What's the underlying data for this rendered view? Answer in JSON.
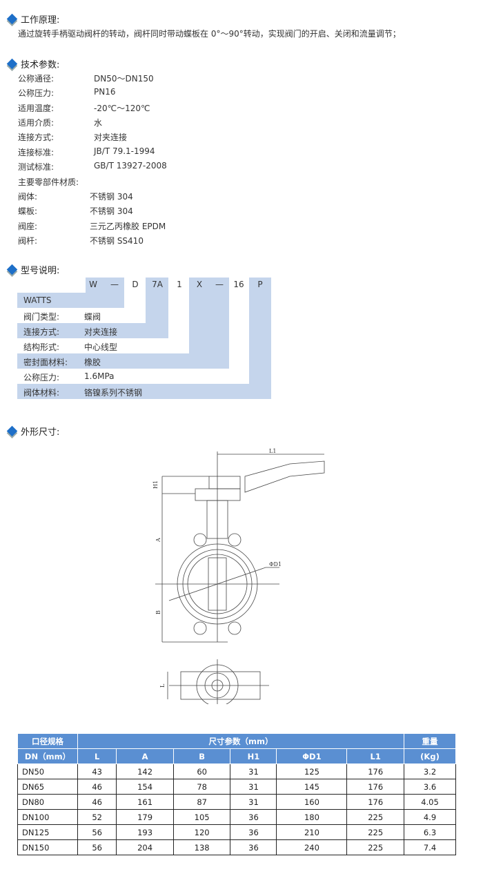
{
  "principle": {
    "title": "工作原理:",
    "text": "通过旋转手柄驱动阀杆的转动，阀杆同时带动蝶板在 0°～90°转动，实现阀门的开启、关闭和流量调节；"
  },
  "specs": {
    "title": "技术参数:",
    "items": [
      {
        "label": "公称通径:",
        "value": "DN50～DN150"
      },
      {
        "label": "公称压力:",
        "value": "PN16"
      },
      {
        "label": "适用温度:",
        "value": "-20℃～120℃"
      },
      {
        "label": "适用介质:",
        "value": "水"
      },
      {
        "label": "连接方式:",
        "value": "对夹连接"
      },
      {
        "label": "连接标准:",
        "value": "JB/T 79.1-1994"
      },
      {
        "label": "测试标准:",
        "value": "GB/T 13927-2008"
      }
    ],
    "materials_title": "主要零部件材质:",
    "materials": [
      {
        "label": "阀体:",
        "value": "不锈钢 304"
      },
      {
        "label": "蝶板:",
        "value": "不锈钢 304"
      },
      {
        "label": "阀座:",
        "value": "三元乙丙橡胶 EPDM"
      },
      {
        "label": "阀杆:",
        "value": "不锈钢 SS410"
      }
    ]
  },
  "model": {
    "title": "型号说明:",
    "codes": [
      "W",
      "—",
      "D",
      "7A",
      "1",
      "X",
      "—",
      "16",
      "P"
    ],
    "rows": [
      {
        "label": "WATTS",
        "value": ""
      },
      {
        "label": "阀门类型:",
        "value": "蝶阀"
      },
      {
        "label": "连接方式:",
        "value": "对夹连接"
      },
      {
        "label": "结构形式:",
        "value": "中心线型"
      },
      {
        "label": "密封面材料:",
        "value": "橡胶"
      },
      {
        "label": "公称压力:",
        "value": "1.6MPa"
      },
      {
        "label": "阀体材料:",
        "value": "铬镍系列不锈钢"
      }
    ]
  },
  "dimensions": {
    "title": "外形尺寸:",
    "drawing_labels": [
      "L1",
      "H1",
      "A",
      "B",
      "ΦD1",
      "L"
    ]
  },
  "table": {
    "h_dn": "口径规格",
    "h_dn2": "DN（mm）",
    "h_size": "尺寸参数（mm）",
    "h_weight": "重量",
    "h_weight2": "(Kg)",
    "cols": [
      "L",
      "A",
      "B",
      "H1",
      "ΦD1",
      "L1"
    ],
    "rows": [
      [
        "DN50",
        "43",
        "142",
        "60",
        "31",
        "125",
        "176",
        "3.2"
      ],
      [
        "DN65",
        "46",
        "154",
        "78",
        "31",
        "145",
        "176",
        "3.6"
      ],
      [
        "DN80",
        "46",
        "161",
        "87",
        "31",
        "160",
        "176",
        "4.05"
      ],
      [
        "DN100",
        "52",
        "179",
        "105",
        "36",
        "180",
        "225",
        "4.9"
      ],
      [
        "DN125",
        "56",
        "193",
        "120",
        "36",
        "210",
        "225",
        "6.3"
      ],
      [
        "DN150",
        "56",
        "204",
        "138",
        "36",
        "240",
        "225",
        "7.4"
      ]
    ]
  },
  "colors": {
    "accent": "#1e6fc8",
    "header": "#5a8fd2",
    "model_fill": "#c5d5ec"
  }
}
